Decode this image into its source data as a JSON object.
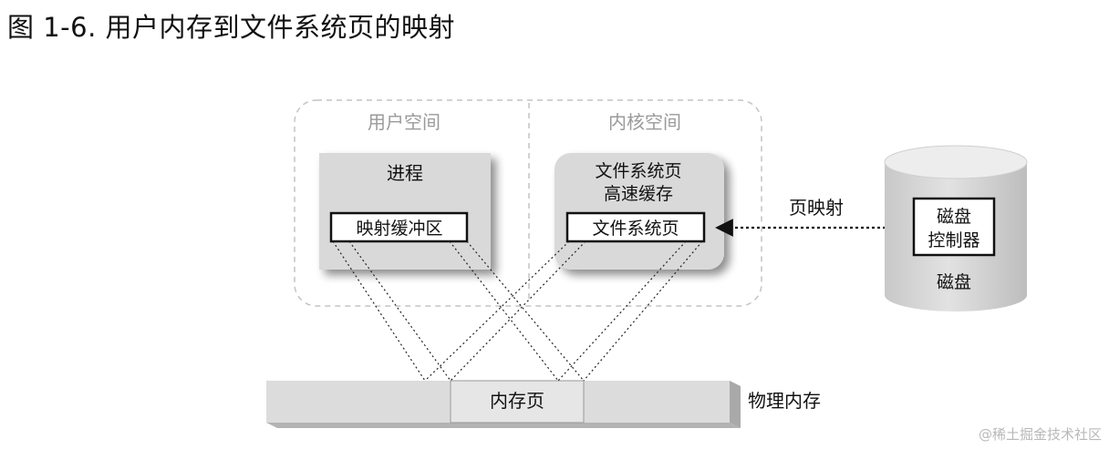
{
  "caption": "图 1-6. 用户内存到文件系统页的映射",
  "user_space": {
    "label": "用户空间",
    "process": {
      "label": "进程",
      "buffer": "映射缓冲区"
    }
  },
  "kernel_space": {
    "label": "内核空间",
    "cache": {
      "label_line1": "文件系统页",
      "label_line2": "高速缓存",
      "page": "文件系统页"
    }
  },
  "page_mapping": "页映射",
  "disk": {
    "controller_line1": "磁盘",
    "controller_line2": "控制器",
    "label": "磁盘"
  },
  "physical_memory": {
    "page": "内存页",
    "label": "物理内存"
  },
  "watermark": "@稀土掘金技术社区",
  "colors": {
    "box_fill": "#d9d9d9",
    "box_shadow": "#a9a9a9",
    "space_border": "#c4c4c4",
    "space_label": "#9a9a9a",
    "line": "#222222"
  }
}
